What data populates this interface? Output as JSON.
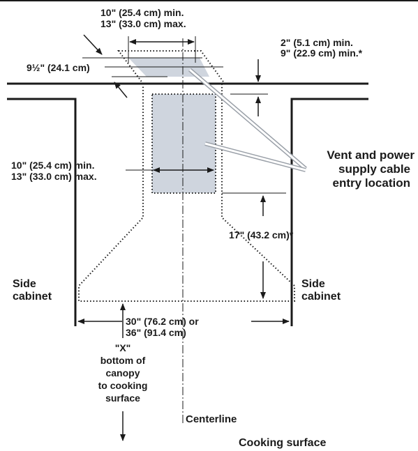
{
  "labels": {
    "top_width_min": "10\" (25.4 cm) min.",
    "top_width_max": "13\" (33.0 cm) max.",
    "top_depth": "9½\" (24.1 cm)",
    "top_clear_min": "2\" (5.1 cm) min.",
    "top_clear_min2": "9\" (22.9 cm) min.*",
    "mid_width_min": "10\" (25.4 cm) min.",
    "mid_width_max": "13\" (33.0 cm) max.",
    "entry_line1": "Vent and power",
    "entry_line2": "supply cable",
    "entry_line3": "entry location",
    "height_17": "17\" (43.2 cm)*",
    "side_left_1": "Side",
    "side_left_2": "cabinet",
    "side_right_1": "Side",
    "side_right_2": "cabinet",
    "width_line1": "30\" (76.2 cm) or",
    "width_line2": "36\" (91.4 cm)",
    "x_line1": "\"X\"",
    "x_line2": "bottom of",
    "x_line3": "canopy",
    "x_line4": "to cooking",
    "x_line5": "surface",
    "centerline": "Centerline",
    "cooking_surface": "Cooking surface"
  },
  "colors": {
    "ink": "#1a1a1a",
    "entry_fill": "#cfd5de",
    "leader": "#9aa0a8"
  }
}
